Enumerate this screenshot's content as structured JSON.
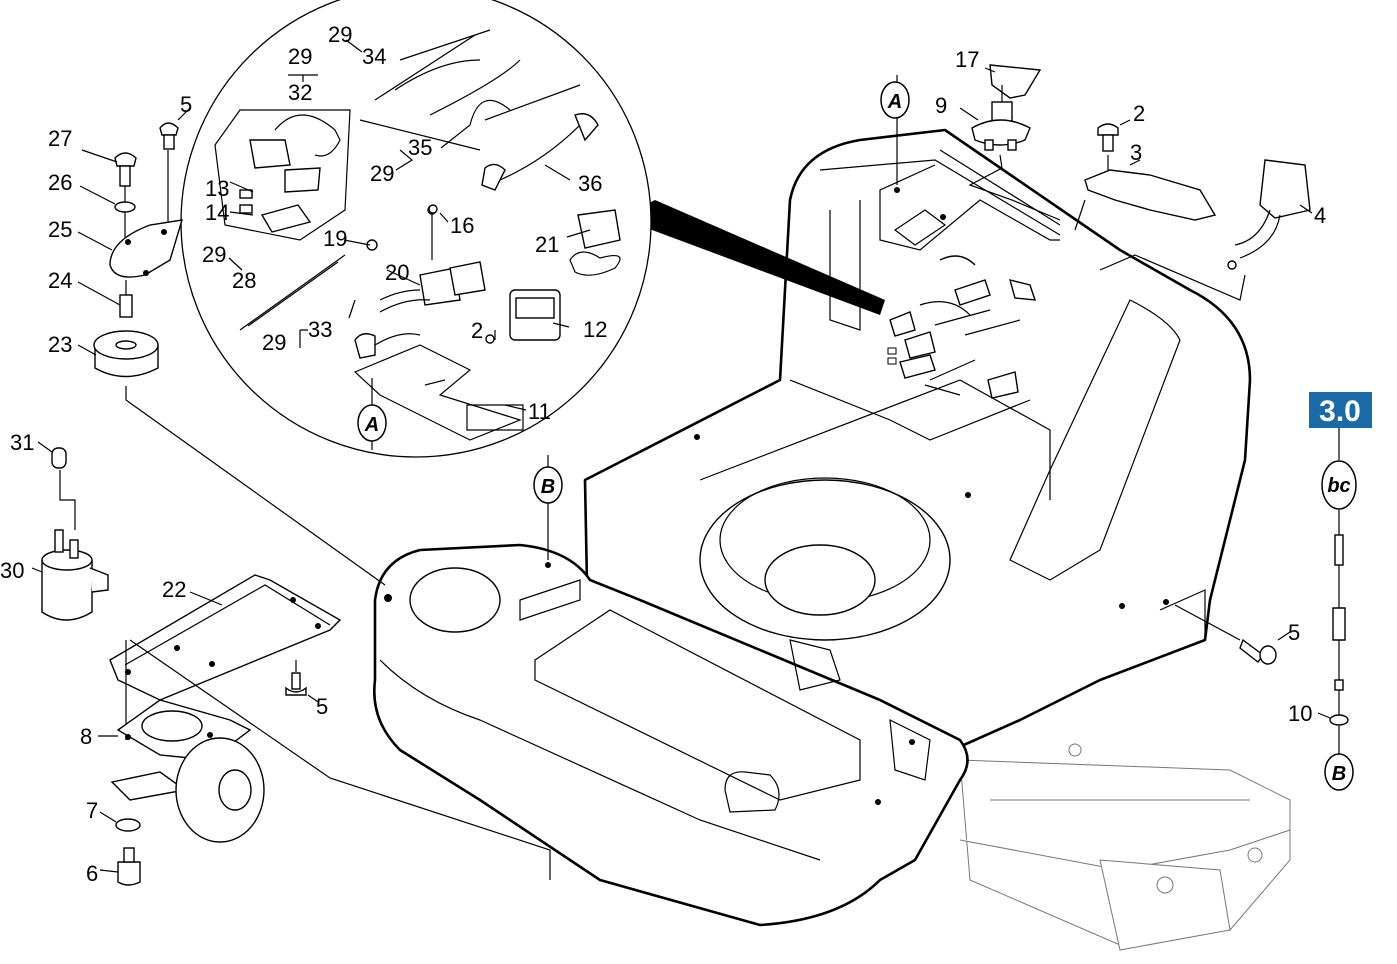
{
  "section_badge": "3.0",
  "markers": {
    "a": "A",
    "b": "B",
    "bc": "bc"
  },
  "labels": {
    "p2a": "2",
    "p2b": "2",
    "p3": "3",
    "p4": "4",
    "p5a": "5",
    "p5b": "5",
    "p5c": "5",
    "p6": "6",
    "p7": "7",
    "p8": "8",
    "p9": "9",
    "p10": "10",
    "p11": "11",
    "p12": "12",
    "p13": "13",
    "p14": "14",
    "p16": "16",
    "p17": "17",
    "p19": "19",
    "p20": "20",
    "p21": "21",
    "p22": "22",
    "p23": "23",
    "p24": "24",
    "p25": "25",
    "p26": "26",
    "p27": "27",
    "p28": "28",
    "p29a": "29",
    "p29b": "29",
    "p29c": "29",
    "p29d": "29",
    "p29e": "29",
    "p30": "30",
    "p31": "31",
    "p32": "32",
    "p33": "33",
    "p34": "34",
    "p35": "35",
    "p36": "36"
  }
}
